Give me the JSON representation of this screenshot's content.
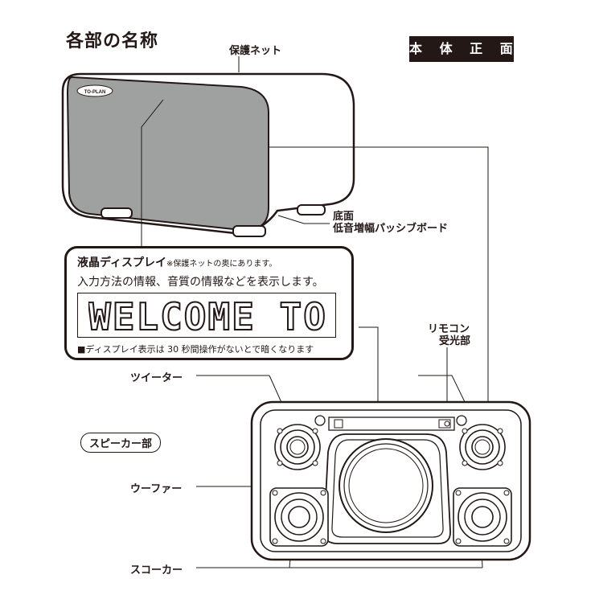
{
  "title": "各部の名称",
  "badge": "本 体 正 面",
  "brand": "TO-PLAN",
  "labels": {
    "net": "保護ネット",
    "bottom_line1": "底面",
    "bottom_line2": "低音増幅パッシブボード",
    "remote_line1": "リモコン",
    "remote_line2": "受光部",
    "tweeter": "ツイーター",
    "speaker_section": "スピーカー部",
    "woofer": "ウーファー",
    "squawker": "スコーカー"
  },
  "display": {
    "title": "液晶ディスプレイ",
    "note": "※保護ネットの奥にあります。",
    "description": "入力方法の情報、音質の情報などを表示します。",
    "lcd_text": "WELCOME TO",
    "footnote": "■ディスプレイ表示は 30 秒間操作がないとで暗くなります"
  },
  "colors": {
    "ink": "#231815",
    "net_gray": "#9fa0a0"
  }
}
